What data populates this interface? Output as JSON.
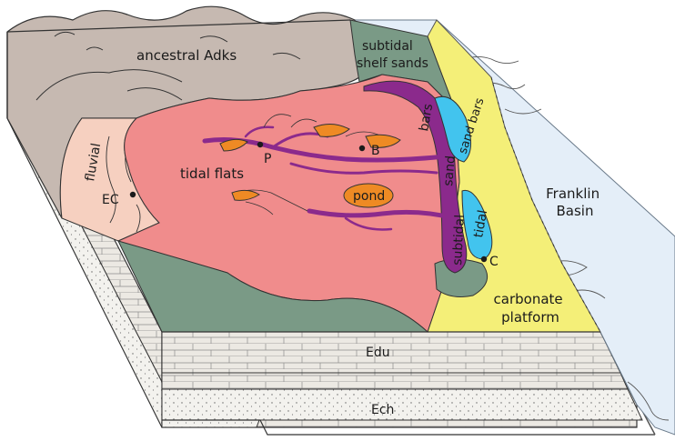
{
  "labels": {
    "ancestral": "ancestral Adks",
    "subtidal_shelf": "subtidal\nshelf sands",
    "franklin_basin": "Franklin\nBasin",
    "fluvial": "fluvial",
    "ec": "EC",
    "tidal_flats": "tidal flats",
    "p": "P",
    "b": "B",
    "pond": "pond",
    "bars": "bars",
    "sand_bars": "sand bars",
    "sand": "sand",
    "subtidal": "subtidal",
    "tidal": "tidal",
    "c": "C",
    "carbonate_platform": "carbonate\nplatform",
    "edu": "Edu",
    "ech": "Ech"
  },
  "colors": {
    "mountains": "#c6b9b1",
    "tidal_flats": "#f08c8c",
    "fluvial": "#f6d0c0",
    "shelf_green": "#7a9a86",
    "carbonate_yellow": "#f4ef78",
    "basin_blue": "#e4eef8",
    "channel_purple": "#8b2a8c",
    "sand_blue": "#42c4ee",
    "pond_orange": "#ee8a24",
    "limestone": "#ece9e3",
    "sandstone": "#f3f2ee"
  }
}
